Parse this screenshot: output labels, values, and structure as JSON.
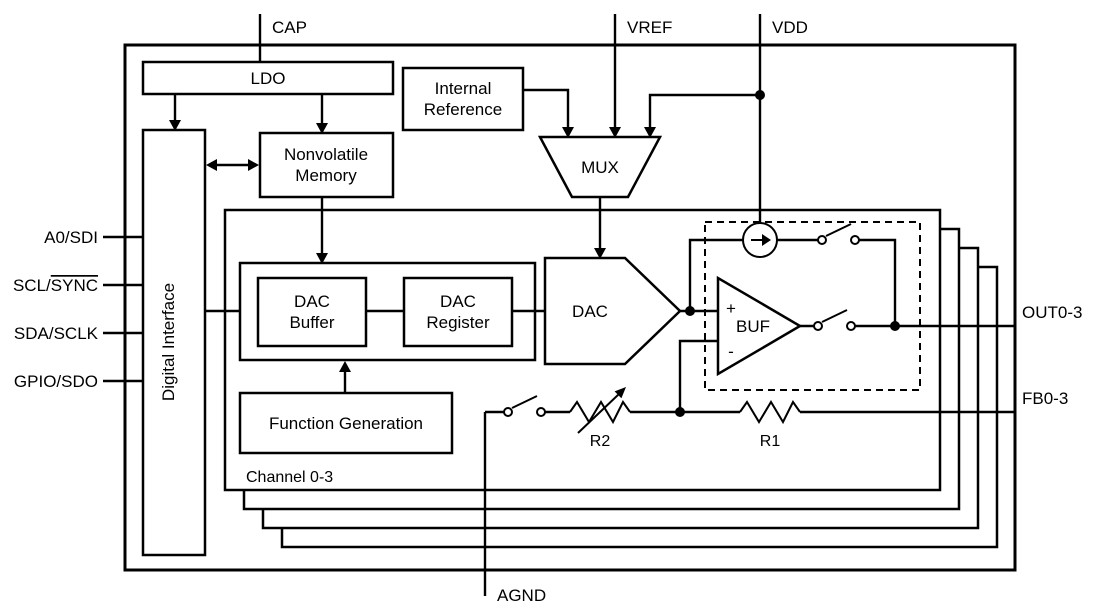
{
  "pins": {
    "cap": "CAP",
    "vref": "VREF",
    "vdd": "VDD",
    "a0_sdi": "A0/SDI",
    "scl_sync_prefix": "SCL/",
    "scl_sync_overlined": "SYNC",
    "sda_sclk": "SDA/SCLK",
    "gpio_sdo": "GPIO/SDO",
    "out": "OUT0-3",
    "fb": "FB0-3",
    "agnd": "AGND"
  },
  "blocks": {
    "ldo": "LDO",
    "internal_reference": [
      "Internal",
      "Reference"
    ],
    "digital_interface": "Digital Interface",
    "nonvolatile_memory": [
      "Nonvolatile",
      "Memory"
    ],
    "mux": "MUX",
    "dac_buffer": [
      "DAC",
      "Buffer"
    ],
    "dac_register": [
      "DAC",
      "Register"
    ],
    "dac": "DAC",
    "function_generation": "Function Generation",
    "buffer_amp": "BUF",
    "buffer_plus": "+",
    "buffer_minus": "-",
    "r2": "R2",
    "r1": "R1",
    "channel": "Channel 0-3"
  },
  "colors": {
    "stroke": "#000000",
    "background": "#ffffff"
  }
}
